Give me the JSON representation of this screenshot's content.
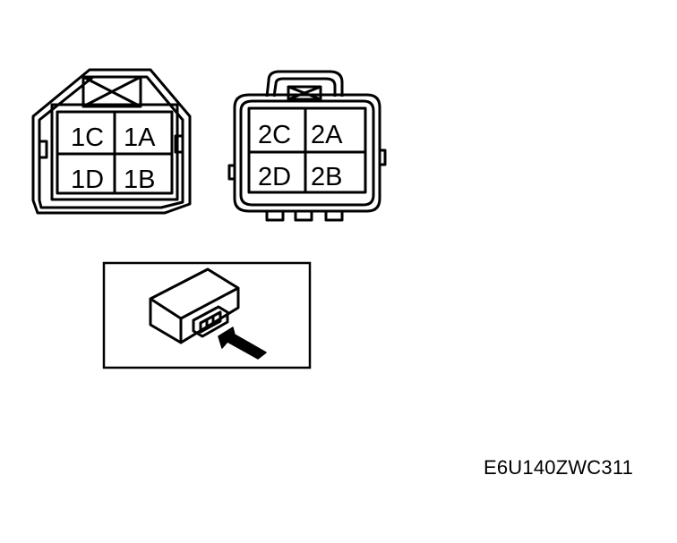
{
  "connector_1": {
    "pins": [
      "1C",
      "1A",
      "1D",
      "1B"
    ]
  },
  "connector_2": {
    "pins": [
      "2C",
      "2A",
      "2D",
      "2B"
    ]
  },
  "figure_code": "E6U140ZWC311",
  "icons": {
    "module": "control-module-icon",
    "arrow": "arrow-icon"
  }
}
